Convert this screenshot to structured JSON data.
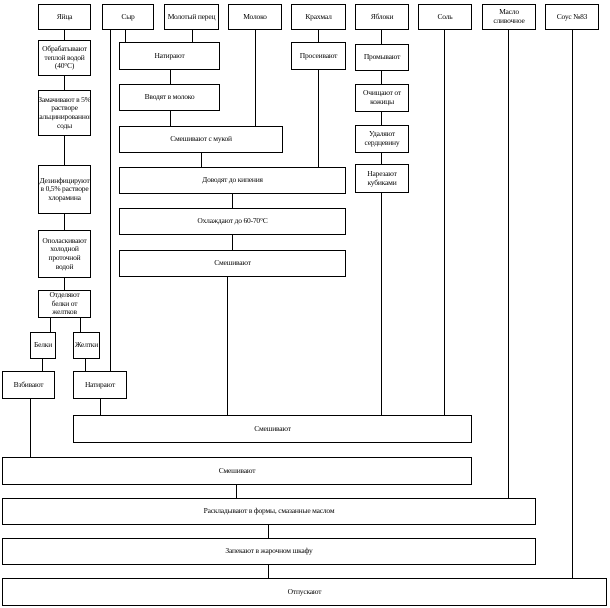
{
  "ingredients": {
    "eggs": "Яйца",
    "cheese": "Сыр",
    "ground_pepper": "Молотый перец",
    "milk": "Молоко",
    "starch": "Крахмал",
    "apples": "Яблоки",
    "salt": "Соль",
    "butter": "Масло сливочное",
    "sauce": "Соус №83"
  },
  "steps": {
    "eggs_1": "Обрабатывают теплой водой (40°С)",
    "eggs_2": "Замачивают в 5% растворе кальцинированной соды",
    "eggs_3": "Дезинфицируют в 0,5% растворе хлорамина",
    "eggs_4": "Ополаскивают холодной проточной водой",
    "eggs_5": "Отделяют белки от желтков",
    "whites": "Белки",
    "yolks": "Желтки",
    "whip": "Взбивают",
    "cheese_1": "Натирают",
    "cheese_2": "Натирают",
    "combine_milk": "Вводят в молоко",
    "mix_starch": "Смешивают с мукой",
    "bring_boil": "Доводят до кипения",
    "cool": "Охлаждают до 60-70°С",
    "starch_1": "Просеивают",
    "apples_1": "Промывают",
    "apples_2": "Очищают от кожицы",
    "apples_3": "Удаляют сердцевину",
    "apples_4": "Нарезают кубиками",
    "mix_1": "Смешивают",
    "mix_2": "Смешивают",
    "portion": "Раскладывают в формы, смазанные маслом",
    "bake": "Запекают в жарочном шкафу",
    "serve": "Отпускают"
  }
}
